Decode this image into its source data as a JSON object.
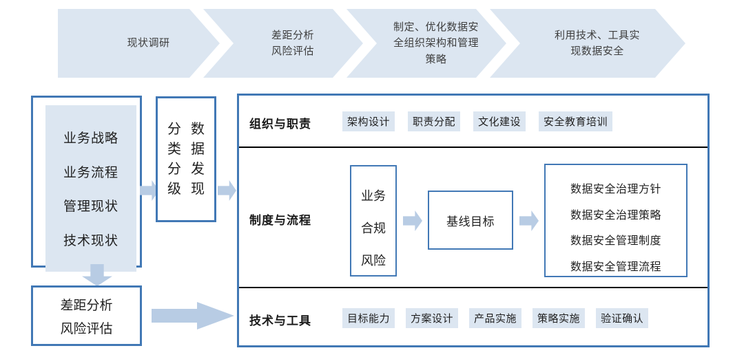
{
  "colors": {
    "accent_border": "#4178b5",
    "fill_light": "#dce6f1",
    "arrow": "#b8cce4",
    "divider": "#000000",
    "text": "#1f1f1f"
  },
  "process_band": {
    "steps": [
      {
        "label": "现状调研"
      },
      {
        "label": "差距分析\n风险评估"
      },
      {
        "label": "制定、优化数据安\n全组织架构和管理\n策略"
      },
      {
        "label": "利用技术、工具实\n现数据安全"
      }
    ]
  },
  "left_column": {
    "current_state_box": {
      "items": [
        "业务战略",
        "业务流程",
        "管理现状",
        "技术现状"
      ]
    },
    "classification_box": {
      "column_left": [
        "分",
        "类",
        "分",
        "级"
      ],
      "column_right": [
        "数",
        "据",
        "发",
        "现"
      ]
    },
    "gap_analysis_box": {
      "items": [
        "差距分析",
        "风险评估"
      ]
    }
  },
  "right_panel": {
    "rows": [
      {
        "title": "组织与职责",
        "chips": [
          "架构设计",
          "职责分配",
          "文化建设",
          "安全教育培训"
        ]
      },
      {
        "title": "制度与流程",
        "inputs_box": [
          "业务",
          "合规",
          "风险"
        ],
        "baseline_box": "基线目标",
        "outputs_box": [
          "数据安全治理方针",
          "数据安全治理策略",
          "数据安全管理制度",
          "数据安全管理流程"
        ]
      },
      {
        "title": "技术与工具",
        "chips": [
          "目标能力",
          "方案设计",
          "产品实施",
          "策略实施",
          "验证确认"
        ]
      }
    ]
  }
}
